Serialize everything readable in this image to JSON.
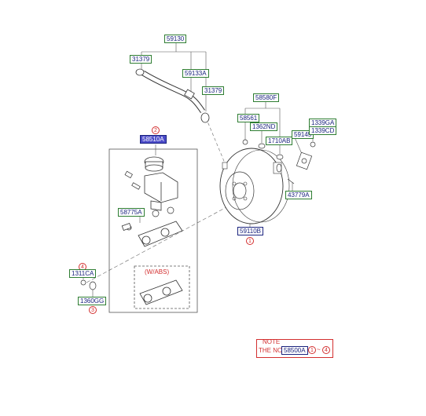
{
  "labels": {
    "p59130": "59130",
    "p31379a": "31379",
    "p59133a": "59133A",
    "p31379b": "31379",
    "p58580f": "58580F",
    "p58561": "58561",
    "p1362nd": "1362ND",
    "p1710ab": "1710AB",
    "p59145": "59145",
    "p1339ga": "1339GA",
    "p1339cd": "1339CD",
    "p43779a": "43779A",
    "p59110b": "59110B",
    "p58510a": "58510A",
    "p58775a": "58775A",
    "p1311ca": "1311CA",
    "p1360gg": "1360GG",
    "wabs": "(W/ABS)"
  },
  "refs": {
    "r1": "1",
    "r2": "2",
    "r3": "3",
    "r4": "4"
  },
  "note": {
    "title": "NOTE",
    "prefix": "THE NO",
    "part": "58500A",
    "from": "1",
    "tilde": "~",
    "to": "4"
  }
}
